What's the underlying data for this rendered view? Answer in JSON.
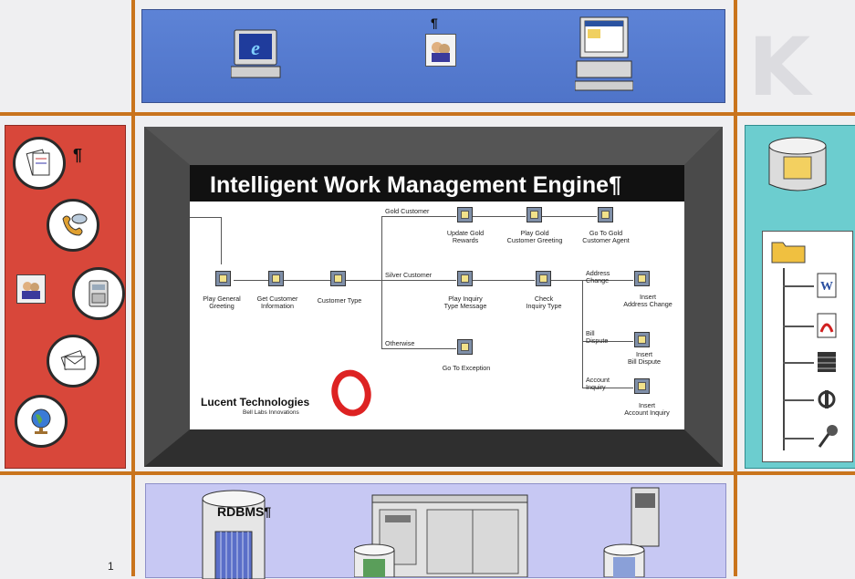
{
  "slide": {
    "title": "Intelligent Work Management Engine¶",
    "company": "Lucent Technologies",
    "tagline": "Bell Labs Innovations"
  },
  "flow": {
    "start_nodes": [
      {
        "label": "Play General\nGreeting"
      },
      {
        "label": "Get Customer\nInformation"
      },
      {
        "label": "Customer Type"
      }
    ],
    "branches": [
      "Gold Customer",
      "Silver Customer",
      "Otherwise"
    ],
    "gold_nodes": [
      {
        "label": "Update Gold\nRewards"
      },
      {
        "label": "Play Gold\nCustomer Greeting"
      },
      {
        "label": "Go To Gold\nCustomer Agent"
      }
    ],
    "silver_nodes": [
      {
        "label": "Play Inquiry\nType Message"
      },
      {
        "label": "Check\nInquiry Type"
      }
    ],
    "otherwise_node": {
      "label": "Go To Exception"
    },
    "inquiry_branches": [
      "Address\nChange",
      "Bill\nDispute",
      "Account\nInquiry"
    ],
    "inquiry_nodes": [
      {
        "label": "Insert\nAddress Change"
      },
      {
        "label": "Insert\nBill Dispute"
      },
      {
        "label": "Insert\nAccount Inquiry"
      }
    ]
  },
  "top_panel": {
    "pilcrow": "¶"
  },
  "left_panel": {
    "pilcrow": "¶"
  },
  "bottom_panel": {
    "db_label": "RDBMS¶"
  },
  "page_number": "1",
  "colors": {
    "frame": "#c9741d",
    "top_panel": "#5d83d6",
    "left_panel": "#d8473a",
    "right_panel": "#6ccdcf",
    "bottom_panel": "#c7c8f3",
    "slide_bg": "#3d3d3d"
  },
  "icons": [
    "ie-monitor-icon",
    "people-icon",
    "desktop-computer-icon",
    "document-icon",
    "phone-chat-icon",
    "fax-icon",
    "mail-icon",
    "globe-icon",
    "folder-cylinder-icon",
    "folder-icon",
    "word-doc-icon",
    "pdf-icon",
    "data-sheet-icon",
    "network-icon",
    "microphone-icon",
    "rdbms-database-icon",
    "server-rack-icon",
    "tower-server-icon"
  ]
}
